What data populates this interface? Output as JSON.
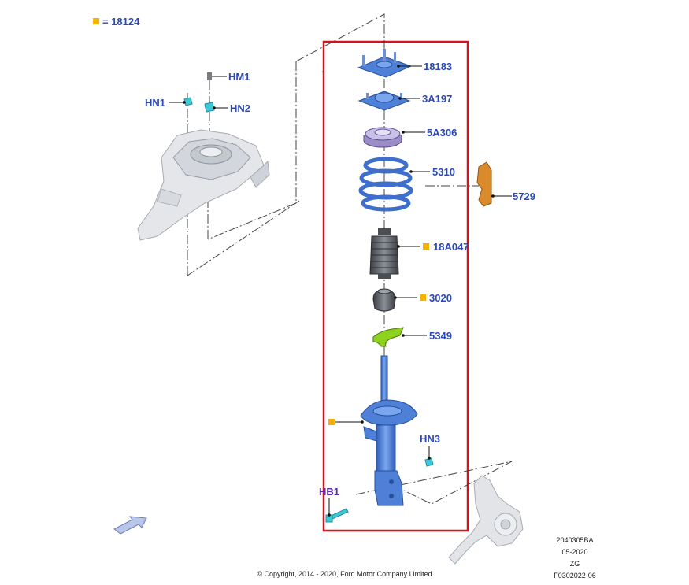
{
  "colors": {
    "highlight_box": "#d2141e",
    "callout_text": "#2a49b8",
    "marker": "#f2b200",
    "part_blue": "#4d80d6",
    "part_purple": "#9b8ec8",
    "part_gray": "#5d6168",
    "part_green": "#8ed11f",
    "part_orange": "#d98a2b",
    "part_cyan": "#3cc8d6"
  },
  "legend": {
    "marker_label": "= 18124"
  },
  "callouts": {
    "hm1": "HM1",
    "hn1": "HN1",
    "hn2": "HN2",
    "p18183": "18183",
    "p3a197": "3A197",
    "p5a306": "5A306",
    "p5310": "5310",
    "p5729": "5729",
    "p18a047": "18A047",
    "p3020": "3020",
    "p5349": "5349",
    "hn3": "HN3",
    "hb1": "HB1"
  },
  "info": {
    "code": "2040305BA",
    "date": "05-2020",
    "zg": "ZG",
    "figure": "F0302022-06"
  },
  "copyright": "© Copyright, 2014 - 2020, Ford Motor Company Limited",
  "icons": [
    "orange-square-marker-icon",
    "navigation-arrow-icon"
  ]
}
